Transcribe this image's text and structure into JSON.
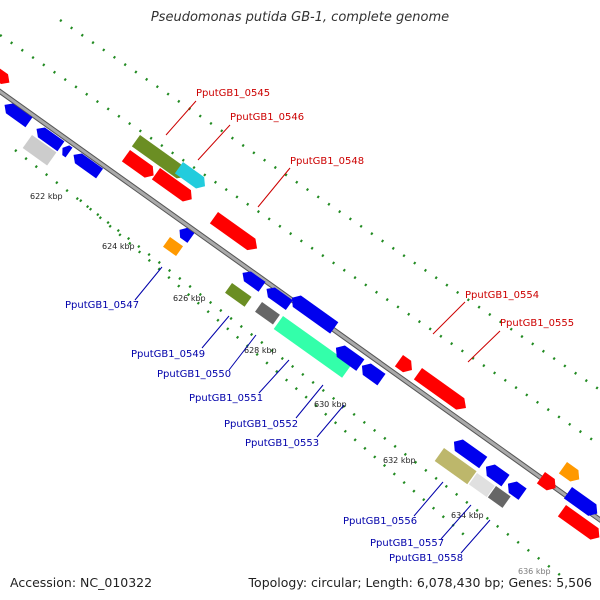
{
  "title": "Pseudomonas putida GB-1, complete genome",
  "footer": {
    "accession_label": "Accession:",
    "accession": "NC_010322",
    "topology_label": "Topology:",
    "topology": "circular",
    "length_label": "Length:",
    "length": "6,078,430 bp",
    "genes_label": "Genes:",
    "genes": "5,506"
  },
  "colors": {
    "forward_label": "#cc0000",
    "reverse_label": "#0000aa",
    "red": "#ff0000",
    "blue": "#0000ee",
    "olive": "#6b8e23",
    "cyan": "#22ccdd",
    "orange": "#ff9900",
    "mint": "#33ffaa",
    "khaki": "#bdb76b",
    "gray": "#999999",
    "light_gray": "#cccccc",
    "dark_gray": "#666666",
    "backbone": "#888888",
    "dots": "#228b22"
  },
  "ticks": [
    "622 kbp",
    "624 kbp",
    "626 kbp",
    "628 kbp",
    "630 kbp",
    "632 kbp",
    "634 kbp",
    "636 kbp"
  ],
  "forward_labels": [
    "PputGB1_0545",
    "PputGB1_0546",
    "PputGB1_0548",
    "PputGB1_0554",
    "PputGB1_0555"
  ],
  "reverse_labels": [
    "PputGB1_0547",
    "PputGB1_0549",
    "PputGB1_0550",
    "PputGB1_0551",
    "PputGB1_0552",
    "PputGB1_0553",
    "PputGB1_0556",
    "PputGB1_0557",
    "PputGB1_0558"
  ]
}
